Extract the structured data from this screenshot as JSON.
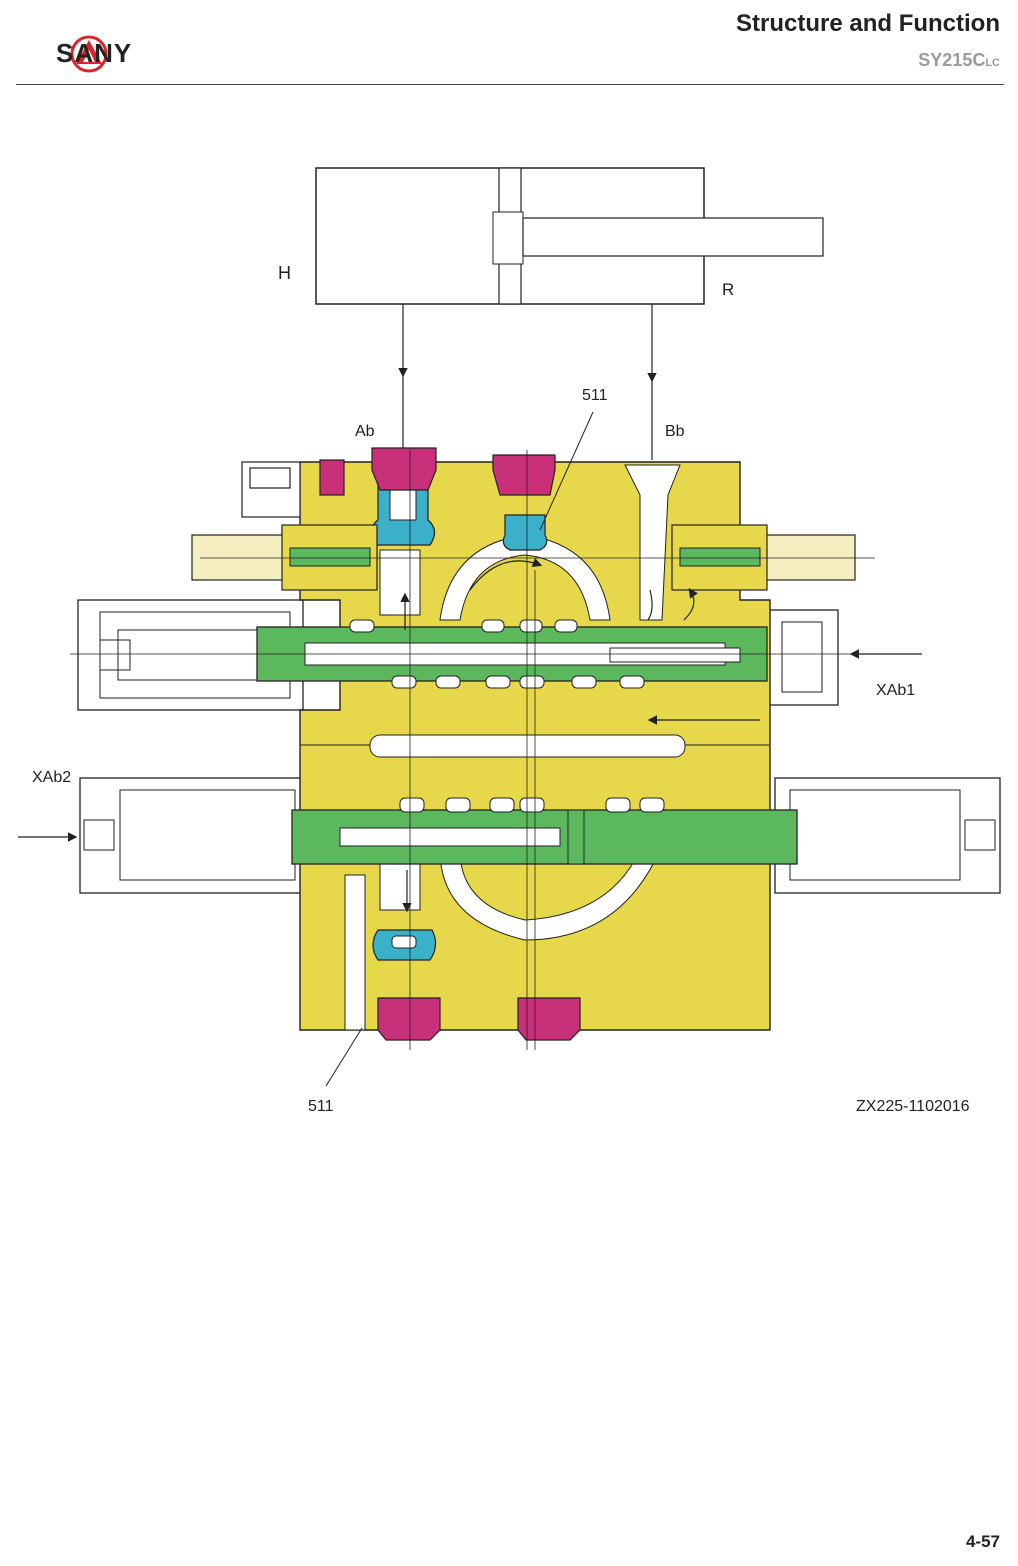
{
  "header": {
    "brand": "SANY",
    "section_title": "Structure and Function",
    "model_main": "SY215C",
    "model_suffix": "LC"
  },
  "diagram": {
    "labels": {
      "head_side": "H",
      "rod_side": "R",
      "port_ab": "Ab",
      "port_bb": "Bb",
      "part_511_top": "511",
      "part_511_bottom": "511",
      "pilot_xab1": "XAb1",
      "pilot_xab2": "XAb2",
      "figure_code": "ZX225-1102016"
    },
    "colors": {
      "body": "#e6d84a",
      "spool": "#5cb85c",
      "poppet": "#3bb0c9",
      "plug": "#c8307a",
      "passage": "#ffffff",
      "outline": "#222222"
    }
  },
  "footer": {
    "page_number": "4-57"
  }
}
